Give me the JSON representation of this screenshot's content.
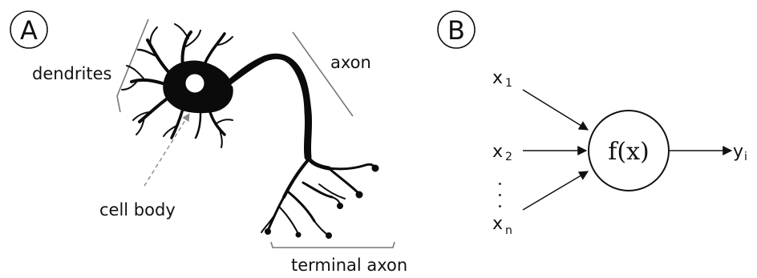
{
  "panel_a": {
    "label": "A",
    "labels": {
      "dendrites": "dendrites",
      "axon": "axon",
      "cell_body": "cell body",
      "terminal_axon": "terminal axon"
    }
  },
  "panel_b": {
    "label": "B",
    "function": "f(x)",
    "inputs": [
      {
        "var": "x",
        "sub": "1"
      },
      {
        "var": "x",
        "sub": "2"
      },
      {
        "var": "x",
        "sub": "n"
      }
    ],
    "dots": ". . .",
    "output": {
      "var": "y",
      "sub": "i"
    }
  }
}
